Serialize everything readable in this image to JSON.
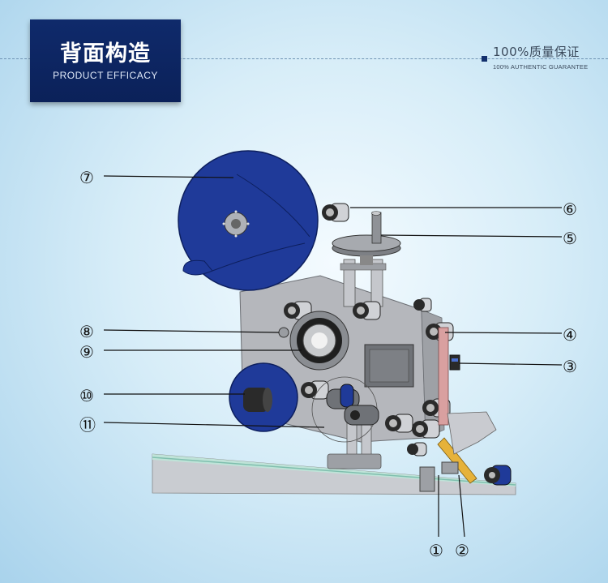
{
  "header": {
    "title": "背面构造",
    "subtitle": "PRODUCT EFFICACY"
  },
  "guarantee": {
    "title": "100%质量保证",
    "subtitle": "100% AUTHENTIC GUARANTEE"
  },
  "callouts": [
    "①",
    "②",
    "③",
    "④",
    "⑤",
    "⑥",
    "⑦",
    "⑧",
    "⑨",
    "⑩",
    "⑪"
  ],
  "colors": {
    "header_bg": "#0c235e",
    "roll_blue": "#1f3a99",
    "plate_gray": "#b5b7bc",
    "belt_pink": "#d9a0a0"
  }
}
